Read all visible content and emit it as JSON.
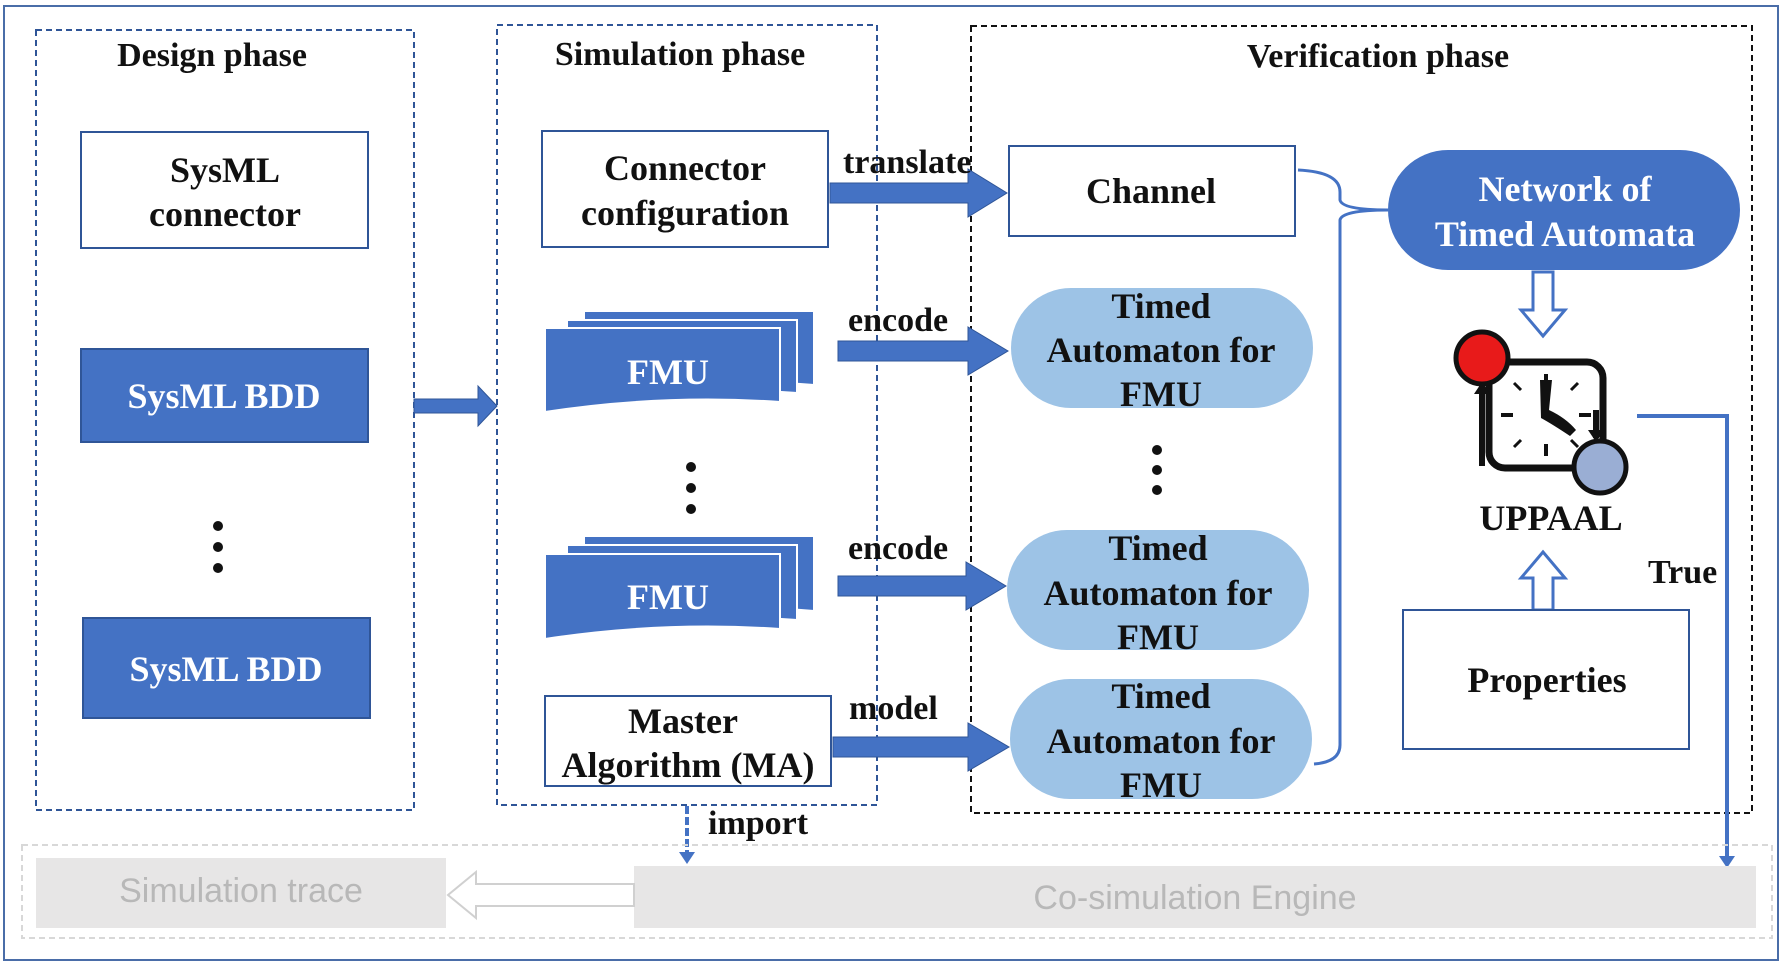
{
  "phases": {
    "design": "Design phase",
    "simulation": "Simulation phase",
    "verification": "Verification phase"
  },
  "design": {
    "connector": [
      "SysML",
      "connector"
    ],
    "bdd_top": "SysML BDD",
    "bdd_bottom": "SysML BDD"
  },
  "simulation": {
    "connector_config": [
      "Connector",
      "configuration"
    ],
    "fmu_top": "FMU",
    "fmu_bottom": "FMU",
    "master": [
      "Master",
      "Algorithm (MA)"
    ]
  },
  "arrows": {
    "translate": "translate",
    "encode_top": "encode",
    "encode_bottom": "encode",
    "model": "model",
    "import": "import",
    "true": "True"
  },
  "verification": {
    "channel": "Channel",
    "network": [
      "Network of",
      "Timed Automata"
    ],
    "ta_1": [
      "Timed",
      "Automaton for",
      "FMU"
    ],
    "ta_2": [
      "Timed",
      "Automaton for",
      "FMU"
    ],
    "ta_3": [
      "Timed",
      "Automaton for",
      "FMU"
    ],
    "uppaal": "UPPAAL",
    "properties": "Properties"
  },
  "bottom": {
    "simulation_trace": "Simulation trace",
    "cosim_engine": "Co-simulation Engine"
  },
  "colors": {
    "blue": "#4472C4",
    "dark_blue": "#2F5597",
    "light_blue": "#9DC3E6",
    "grey_fill": "#E7E6E6",
    "grey_text": "#B8B8B8",
    "red_node": "#E81A1A",
    "grey_node": "#9AAED4"
  }
}
